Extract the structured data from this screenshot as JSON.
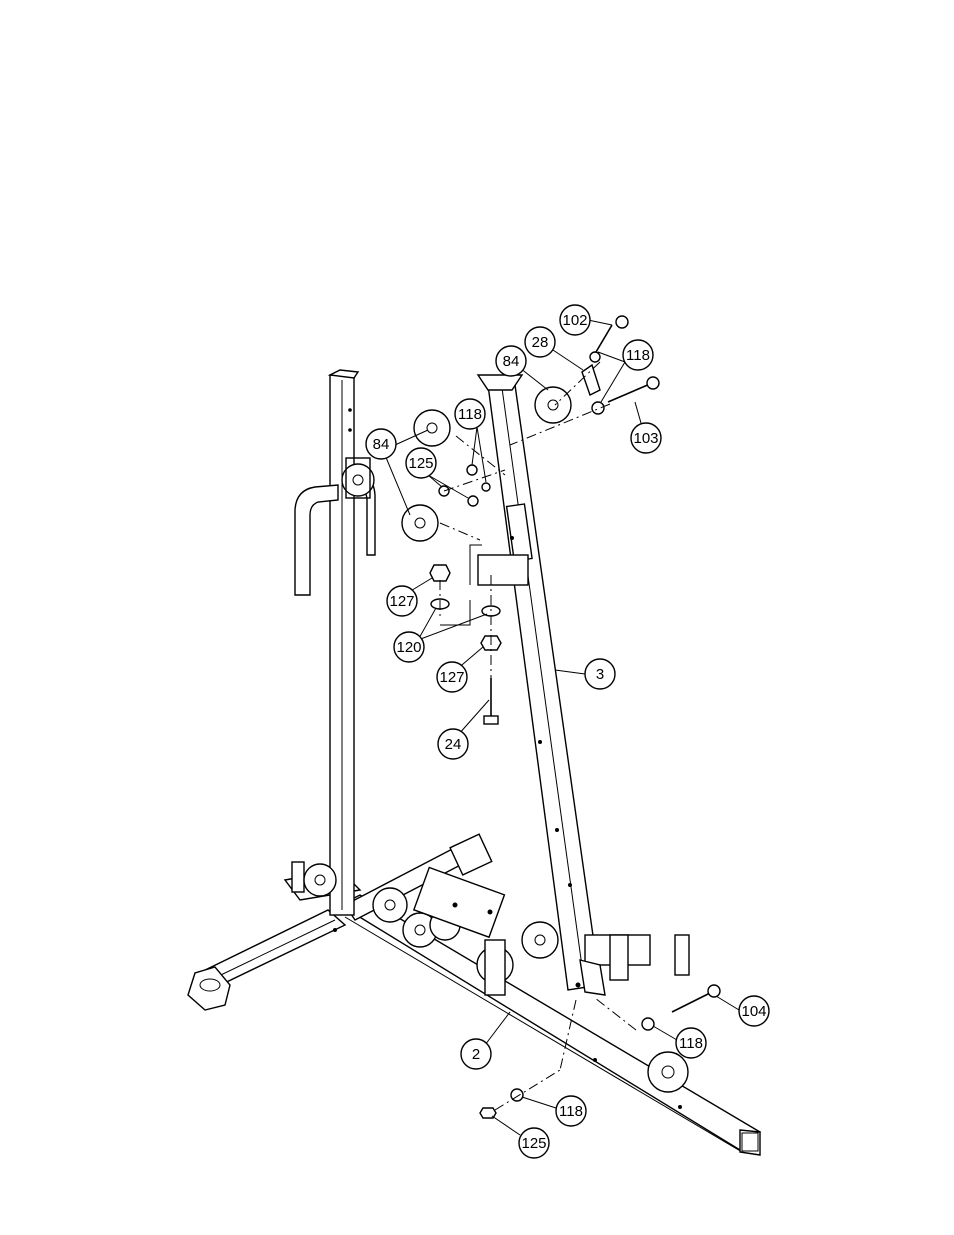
{
  "diagram": {
    "callouts": [
      {
        "id": "c102",
        "label": "102"
      },
      {
        "id": "c28",
        "label": "28"
      },
      {
        "id": "c118a",
        "label": "118"
      },
      {
        "id": "c84a",
        "label": "84"
      },
      {
        "id": "c118b",
        "label": "118"
      },
      {
        "id": "c84b",
        "label": "84"
      },
      {
        "id": "c125a",
        "label": "125"
      },
      {
        "id": "c103",
        "label": "103"
      },
      {
        "id": "c127a",
        "label": "127"
      },
      {
        "id": "c120",
        "label": "120"
      },
      {
        "id": "c127b",
        "label": "127"
      },
      {
        "id": "c3",
        "label": "3"
      },
      {
        "id": "c24",
        "label": "24"
      },
      {
        "id": "c104",
        "label": "104"
      },
      {
        "id": "c118c",
        "label": "118"
      },
      {
        "id": "c2",
        "label": "2"
      },
      {
        "id": "c118d",
        "label": "118"
      },
      {
        "id": "c125b",
        "label": "125"
      }
    ]
  }
}
